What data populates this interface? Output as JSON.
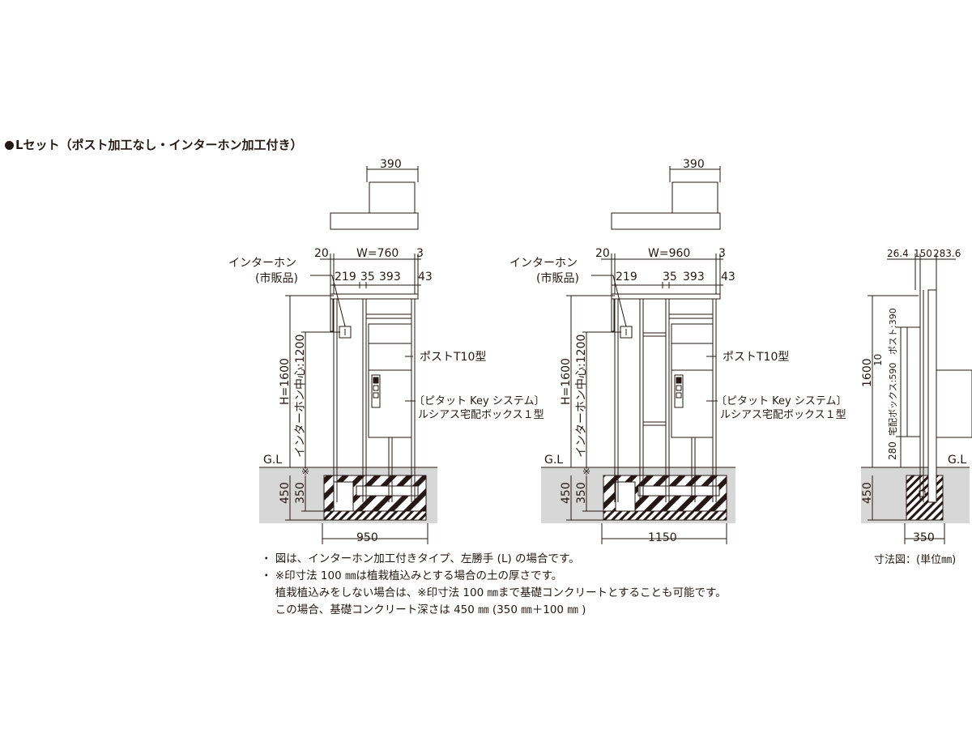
{
  "title": "Lセット（ポスト加工なし・インターホン加工付き）",
  "common": {
    "intercom_label": "インターホン",
    "intercom_label2": "(市販品)",
    "post_label": "ポストT10型",
    "box_label1": "〔ピタット Key システム〕",
    "box_label2": "ルシアス宅配ボックス１型",
    "height_label": "H=1600",
    "intercom_center_label": "インターホン中心:1200",
    "gl_label": "G.L",
    "mark": "※",
    "dim_450": "450",
    "dim_350": "350",
    "dim_top": "390",
    "dim_20": "20",
    "dim_3": "3",
    "dim_219": "219",
    "dim_35": "35",
    "dim_393": "393",
    "dim_43": "43"
  },
  "front_left": {
    "width_label": "W=760",
    "base_label": "950"
  },
  "front_right": {
    "width_label": "W=960",
    "base_label": "1150"
  },
  "side": {
    "dim_26": "26.4",
    "dim_150": "150",
    "dim_283": "283.6",
    "dim_1600": "1600",
    "dim_10": "10",
    "post_dim": "ポスト:390",
    "box_dim": "宅配ボックス:590",
    "dim_280": "280",
    "dim_450": "450",
    "dim_350": "350",
    "gl_label": "G.L"
  },
  "notes": [
    "・ 図は、インターホン加工付きタイプ、左勝手 (L) の場合です。",
    "・ ※印寸法 100 ㎜は植栽植込みとする場合の土の厚さです。",
    "　 植栽植込みをしない場合は、※印寸法 100 ㎜まで基礎コンクリートとすることも可能です。",
    "　 この場合、基礎コンクリート深さは 450 ㎜ (350 ㎜＋100 ㎜ )"
  ],
  "unit_label": "寸法図：(単位㎜)"
}
